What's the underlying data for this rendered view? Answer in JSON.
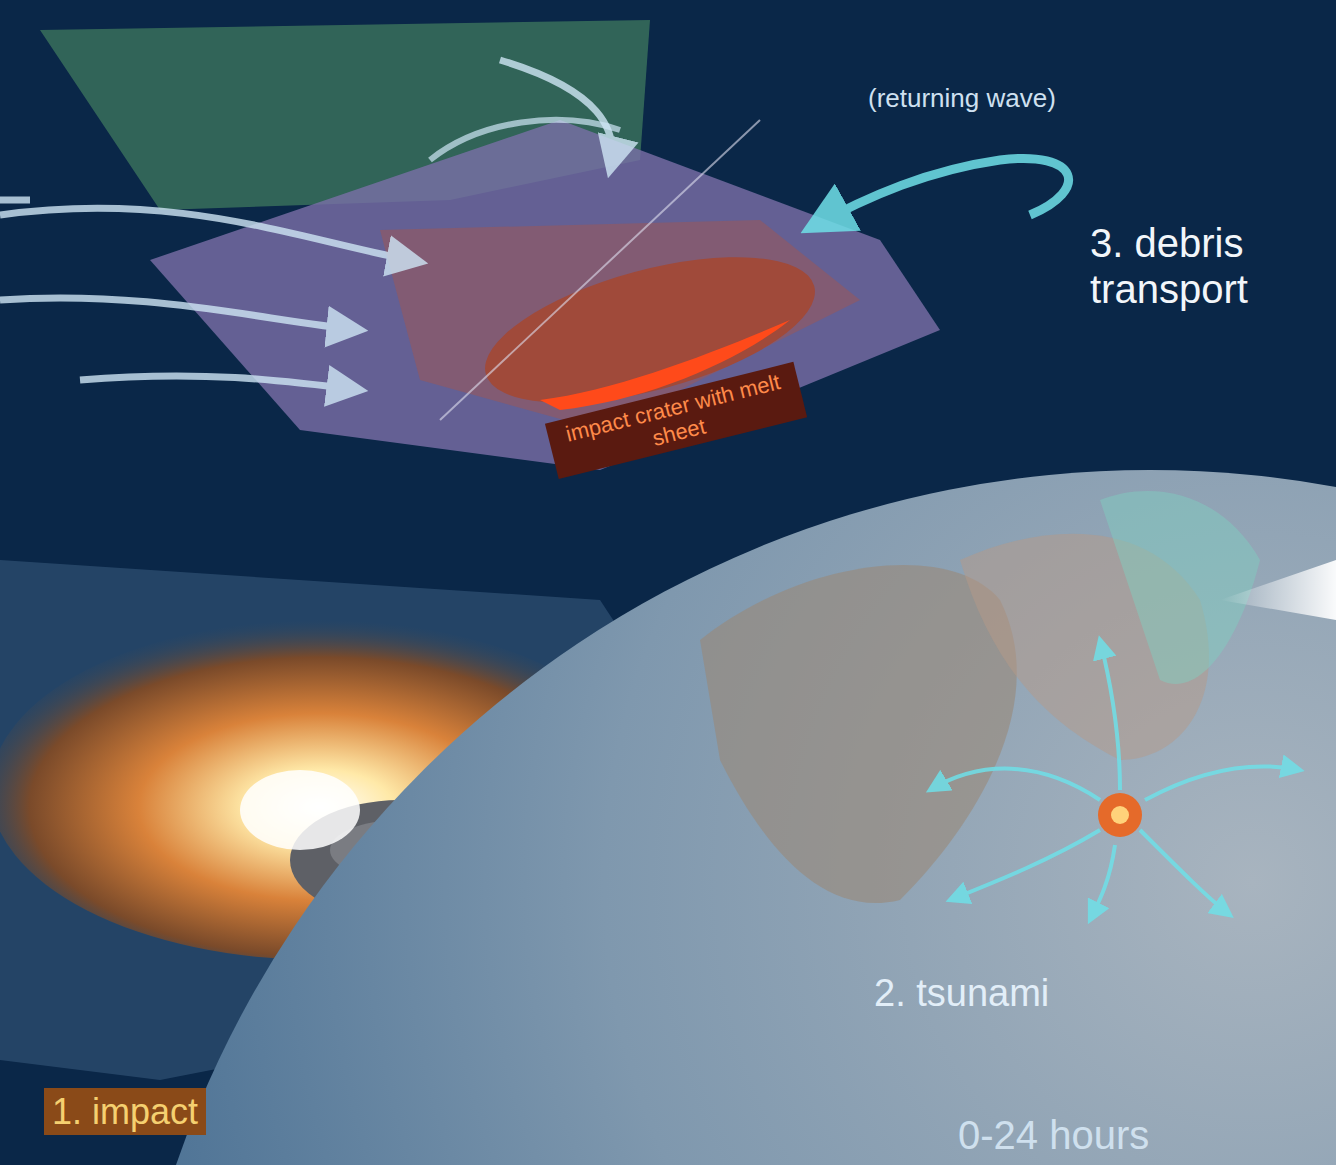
{
  "diagram": {
    "labels": [
      "(returning wave)",
      "3. debris transport",
      "impact crater with melt sheet",
      "2. tsunami",
      "1. impact",
      "0-24 hours"
    ]
  }
}
